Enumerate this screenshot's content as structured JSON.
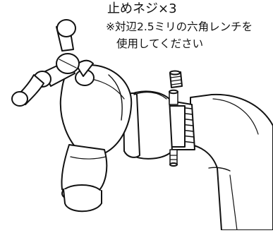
{
  "annotation": {
    "title": "止めネジ×3",
    "note_line1": "※対辺2.5ミリの六角レンチを",
    "note_line2": "使用してください"
  },
  "colors": {
    "line": "#111111",
    "fill": "#ffffff",
    "background": "#ffffff"
  }
}
